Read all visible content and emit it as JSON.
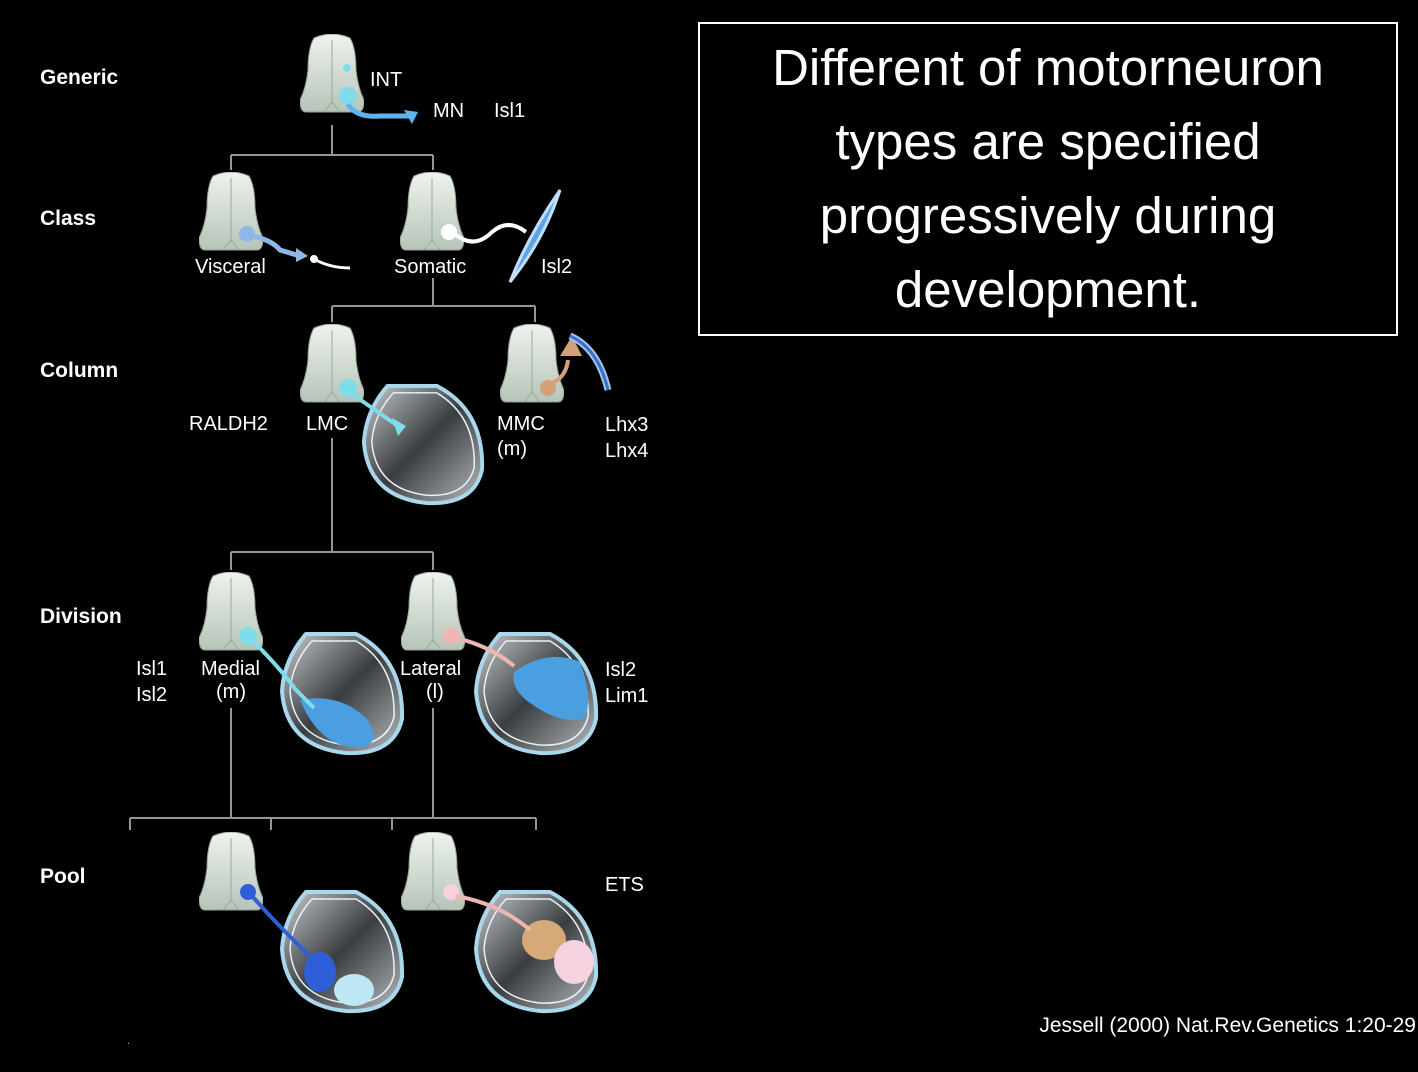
{
  "slide": {
    "title": "Different of motorneuron types are specified progressively during development.",
    "citation": "Jessell (2000) Nat.Rev.Genetics 1:20-29",
    "corner_mark": "."
  },
  "levels": {
    "generic": "Generic",
    "class": "Class",
    "column": "Column",
    "division": "Division",
    "pool": "Pool"
  },
  "labels": {
    "int": "INT",
    "mn": "MN",
    "isl1_generic": "Isl1",
    "visceral": "Visceral",
    "somatic": "Somatic",
    "isl2_class": "Isl2",
    "raldh2": "RALDH2",
    "lmc": "LMC",
    "mmc_line1": "MMC",
    "mmc_line2": "(m)",
    "lhx3": "Lhx3",
    "lhx4": "Lhx4",
    "isl1_division": "Isl1",
    "isl2_division": "Isl2",
    "medial_line1": "Medial",
    "medial_line2": "(m)",
    "lateral_line1": "Lateral",
    "lateral_line2": "(l)",
    "isl2_lateral": "Isl2",
    "lim1": "Lim1",
    "ets": "ETS"
  },
  "colors": {
    "background": "#000000",
    "spinal_cord": "#d7e1d7",
    "lmc_cyan": "#7fdcea",
    "visceral_blue": "#8cb7e6",
    "somatic_white": "#ffffff",
    "mmc_tan": "#d3a07a",
    "medial_blue": "#4a9fe0",
    "lateral_pink": "#f0b5b0",
    "pool_deep_blue": "#2f5fd8",
    "pool_light_blue": "#bfe8f7",
    "pool_tan": "#d7a878",
    "pool_pink": "#f6d2e0",
    "limb_outline": "#a9d8ec"
  }
}
